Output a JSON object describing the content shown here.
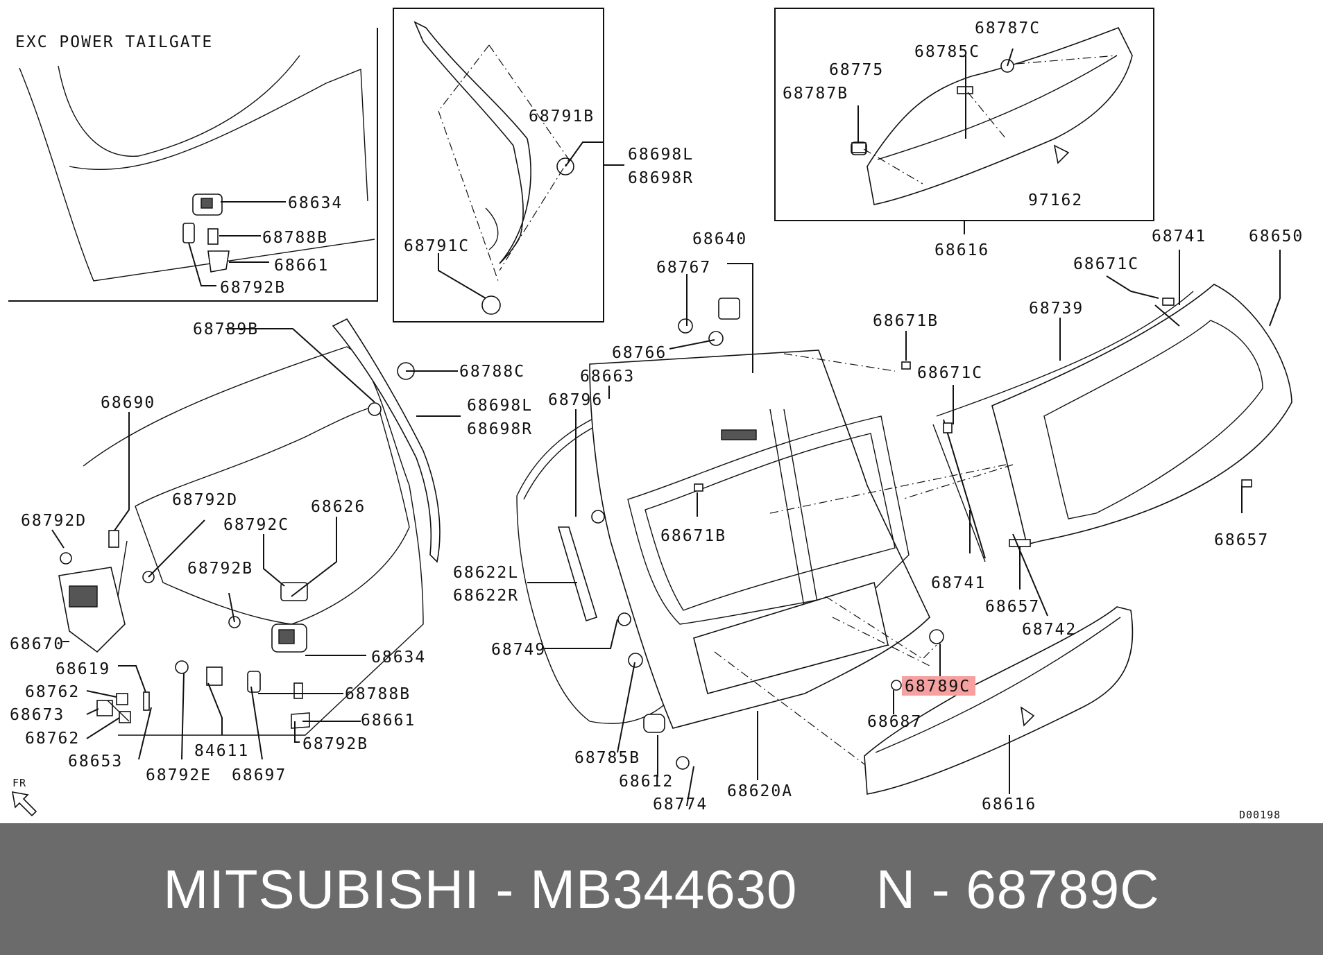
{
  "diagram": {
    "header_note": "EXC POWER TAILGATE",
    "ref_code": "D00198",
    "fr_label": "FR",
    "highlighted_label": "68789C",
    "highlight_color": "#f6a0a0",
    "labels": [
      {
        "id": "l1",
        "text": "68634"
      },
      {
        "id": "l2",
        "text": "68788B"
      },
      {
        "id": "l3",
        "text": "68661"
      },
      {
        "id": "l4",
        "text": "68792B"
      },
      {
        "id": "l5",
        "text": "68791B"
      },
      {
        "id": "l6",
        "text": "68698L"
      },
      {
        "id": "l7",
        "text": "68698R"
      },
      {
        "id": "l8",
        "text": "68791C"
      },
      {
        "id": "l9",
        "text": "68787C"
      },
      {
        "id": "l10",
        "text": "68785C"
      },
      {
        "id": "l11",
        "text": "68775"
      },
      {
        "id": "l12",
        "text": "68787B"
      },
      {
        "id": "l13",
        "text": "97162"
      },
      {
        "id": "l14",
        "text": "68616"
      },
      {
        "id": "l15",
        "text": "68640"
      },
      {
        "id": "l16",
        "text": "68767"
      },
      {
        "id": "l17",
        "text": "68766"
      },
      {
        "id": "l18",
        "text": "68671B"
      },
      {
        "id": "l19",
        "text": "68671C"
      },
      {
        "id": "l20",
        "text": "68741"
      },
      {
        "id": "l21",
        "text": "68650"
      },
      {
        "id": "l22",
        "text": "68671C"
      },
      {
        "id": "l23",
        "text": "68739"
      },
      {
        "id": "l24",
        "text": "68789B"
      },
      {
        "id": "l25",
        "text": "68788C"
      },
      {
        "id": "l26",
        "text": "68698L"
      },
      {
        "id": "l27",
        "text": "68698R"
      },
      {
        "id": "l28",
        "text": "68690"
      },
      {
        "id": "l29",
        "text": "68663"
      },
      {
        "id": "l30",
        "text": "68796"
      },
      {
        "id": "l31",
        "text": "68792D"
      },
      {
        "id": "l32",
        "text": "68792D"
      },
      {
        "id": "l33",
        "text": "68626"
      },
      {
        "id": "l34",
        "text": "68792C"
      },
      {
        "id": "l35",
        "text": "68671B"
      },
      {
        "id": "l36",
        "text": "68792B"
      },
      {
        "id": "l37",
        "text": "68622L"
      },
      {
        "id": "l38",
        "text": "68622R"
      },
      {
        "id": "l39",
        "text": "68670"
      },
      {
        "id": "l40",
        "text": "68634"
      },
      {
        "id": "l41",
        "text": "68749"
      },
      {
        "id": "l42",
        "text": "68619"
      },
      {
        "id": "l43",
        "text": "68762"
      },
      {
        "id": "l44",
        "text": "68788B"
      },
      {
        "id": "l45",
        "text": "68673"
      },
      {
        "id": "l46",
        "text": "68661"
      },
      {
        "id": "l47",
        "text": "68762"
      },
      {
        "id": "l48",
        "text": "68792B"
      },
      {
        "id": "l49",
        "text": "84611"
      },
      {
        "id": "l50",
        "text": "68653"
      },
      {
        "id": "l51",
        "text": "68792E"
      },
      {
        "id": "l52",
        "text": "68697"
      },
      {
        "id": "l53",
        "text": "68741"
      },
      {
        "id": "l54",
        "text": "68657"
      },
      {
        "id": "l55",
        "text": "68657"
      },
      {
        "id": "l56",
        "text": "68742"
      },
      {
        "id": "l57",
        "text": "68789C"
      },
      {
        "id": "l58",
        "text": "68687"
      },
      {
        "id": "l59",
        "text": "68785B"
      },
      {
        "id": "l60",
        "text": "68612"
      },
      {
        "id": "l61",
        "text": "68620A"
      },
      {
        "id": "l62",
        "text": "68774"
      },
      {
        "id": "l63",
        "text": "68616"
      }
    ]
  },
  "footer": {
    "brand": "MITSUBISHI",
    "separator": " - ",
    "part_number": "MB344630",
    "gap": "     ",
    "ref_prefix": "N",
    "ref_number": "68789C"
  }
}
